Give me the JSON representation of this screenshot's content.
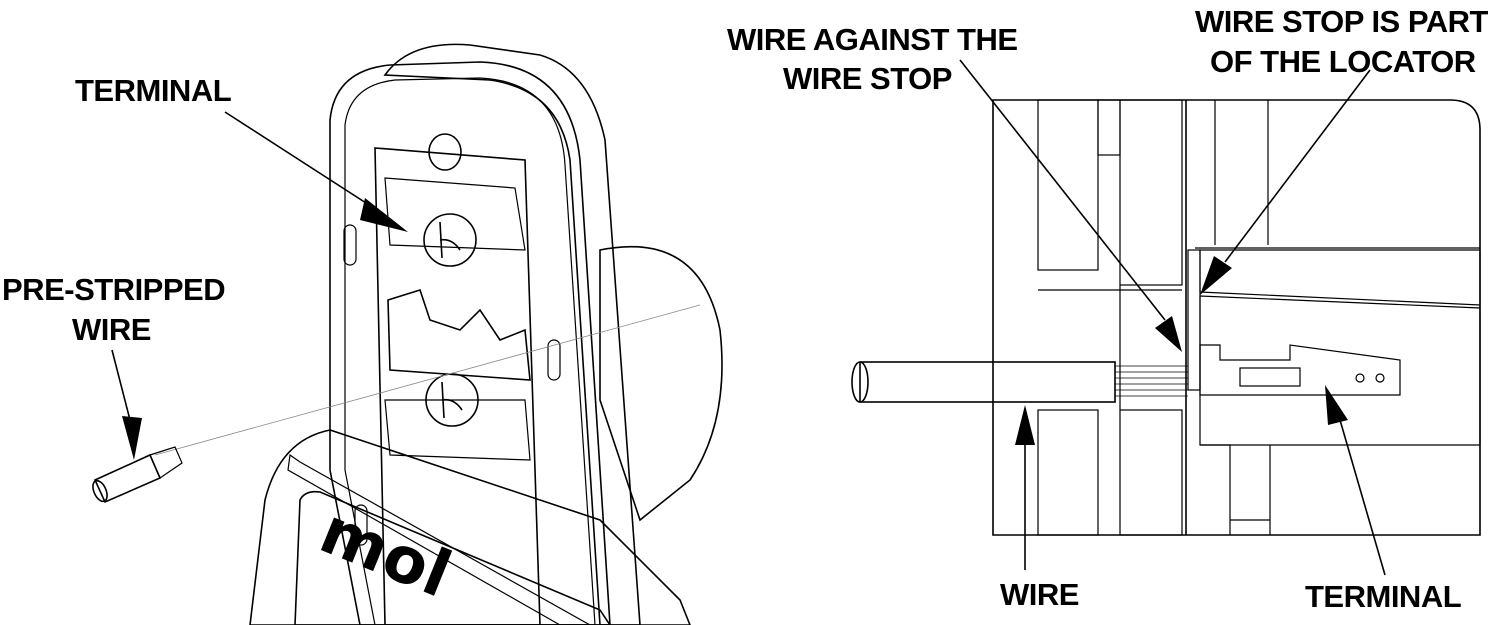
{
  "left_figure": {
    "labels": {
      "terminal": "TERMINAL",
      "pre_stripped_wire_line1": "PRE-STRIPPED",
      "pre_stripped_wire_line2": "WIRE"
    },
    "logo_text": "mol"
  },
  "right_figure": {
    "labels": {
      "wire_against_line1": "WIRE AGAINST THE",
      "wire_against_line2": "WIRE STOP",
      "wire_stop_line1": "WIRE STOP IS PART",
      "wire_stop_line2": "OF THE LOCATOR",
      "wire": "WIRE",
      "terminal": "TERMINAL"
    }
  },
  "colors": {
    "light_gray": "#d9d9d9",
    "mid_gray": "#a6a6a6",
    "dark_gray": "#7f7f7f",
    "line": "#000000"
  }
}
